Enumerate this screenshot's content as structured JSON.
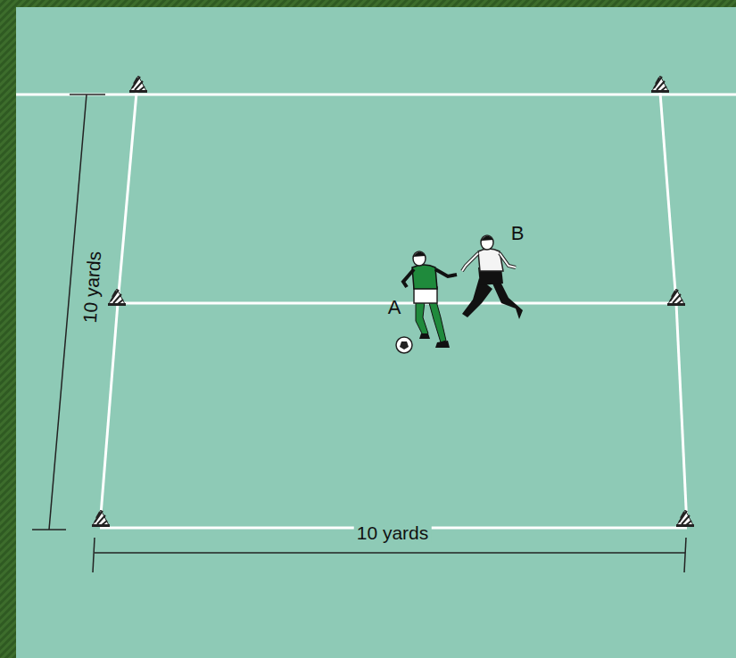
{
  "diagram": {
    "labels": [
      "10 yards",
      "10 yards",
      "A",
      "B"
    ]
  }
}
